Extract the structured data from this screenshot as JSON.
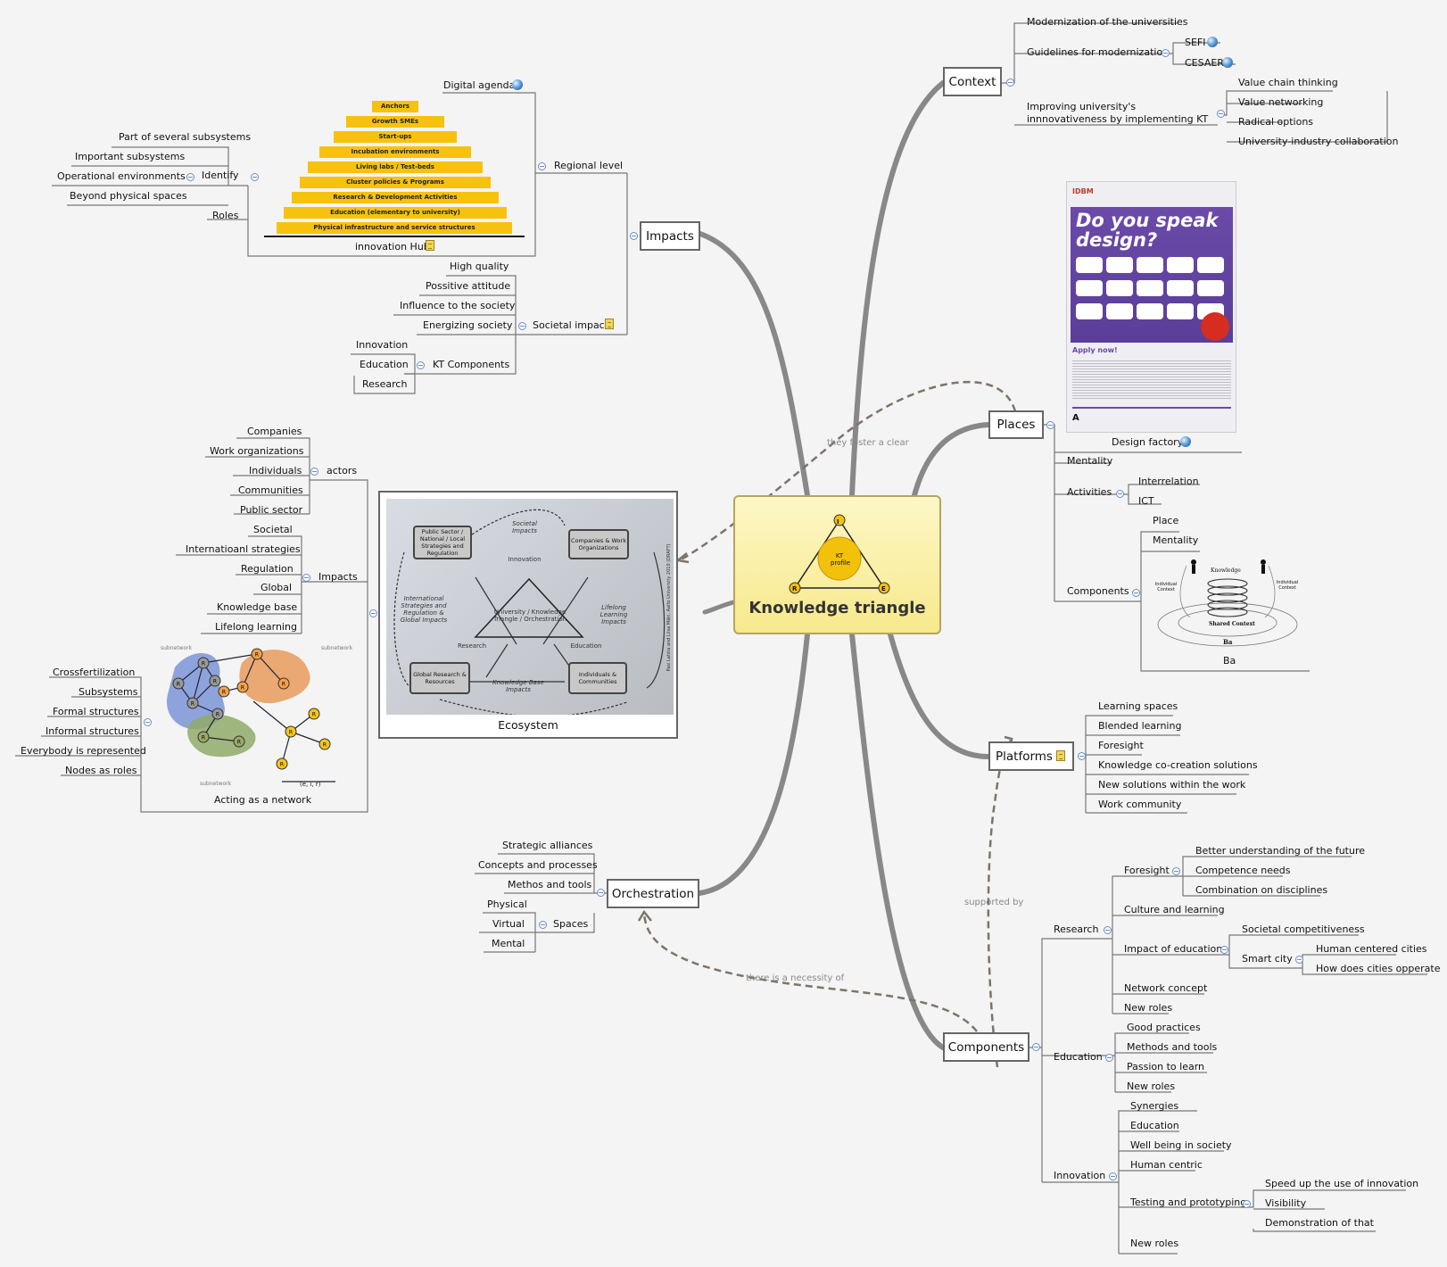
{
  "center": {
    "title": "Knowledge triangle",
    "badge": "KT profile",
    "v_top": "I",
    "v_left": "R",
    "v_right": "E"
  },
  "branches": {
    "context": "Context",
    "impacts": "Impacts",
    "places": "Places",
    "platforms": "Platforms",
    "orchestration": "Orchestration",
    "components": "Components"
  },
  "context": {
    "modernization": "Modernization of the universities",
    "guidelines": "Guidelines for modernization",
    "sefi": "SEFI",
    "cesaer": "CESAER",
    "improving": "Improving university's innnovativeness by implementing KT",
    "value_chain": "Value chain thinking",
    "value_networking": "Value networking",
    "radical": "Radical options",
    "uni_industry": "University-industry collaboration"
  },
  "impacts": {
    "digital_agenda": "Digital agenda",
    "regional_level": "Regional level",
    "innovation_hub": "innovation Hub",
    "identify": "Identify",
    "part_of_several": "Part of several subsystems",
    "important_subsystems": "Important subsystems",
    "operational": "Operational environments",
    "beyond_physical": "Beyond physical spaces",
    "roles": "Roles",
    "societal_impact": "Societal impact",
    "high_quality": "High quality",
    "positive": "Possitive attitude",
    "influence": "Influence to the society",
    "energizing": "Energizing society",
    "kt_components": "KT Components",
    "innovation": "Innovation",
    "education": "Education",
    "research": "Research"
  },
  "pyramid": [
    "Anchors",
    "Growth SMEs",
    "Start-ups",
    "Incubation environments",
    "Living labs / Test-beds",
    "Cluster policies & Programs",
    "Research & Development  Activities",
    "Education (elementary to university)",
    "Physical infrastructure and service structures"
  ],
  "ecosystem": {
    "caption": "Ecosystem",
    "actors": "actors",
    "companies": "Companies",
    "work_orgs": "Work organizations",
    "individuals": "Individuals",
    "communities": "Communities",
    "public_sector": "Public sector",
    "impacts": "Impacts",
    "societal": "Societal",
    "international": "Internatioanl strategies",
    "regulation": "Regulation",
    "global": "Global",
    "knowledge_base": "Knowledge base",
    "lifelong": "Lifelong learning",
    "acting": "Acting as a network",
    "crossfert": "Crossfertilization",
    "subsystems": "Subsystems",
    "formal": "Formal structures",
    "informal": "Informal structures",
    "everybody": "Everybody is represented",
    "nodes_roles": "Nodes as roles",
    "net_sub": "subnetwork",
    "net_node": "R",
    "net_axis": "(e, i, r)",
    "d_public": "Public Sector / National / Local Strategies and Regulation",
    "d_companies": "Companies & Work Organizations",
    "d_global_research": "Global Research & Resources",
    "d_individuals": "Individuals & Communities",
    "d_triangle": "University / Knowledge Triangle / Orchestration",
    "d_societal": "Societal Impacts",
    "d_international": "International Strategies and Regulation & Global Impacts",
    "d_lifelong": "Lifelong Learning Impacts",
    "d_kb": "Knowledge Base Impacts",
    "d_innovation": "Innovation",
    "d_research": "Research",
    "d_education": "Education",
    "d_side": "Pasi Lahtia and Liisa Mäki, Aalto University 2010 (DRAFT)"
  },
  "orchestration": {
    "alliances": "Strategic alliances",
    "concepts": "Concepts and processes",
    "methos": "Methos and tools",
    "spaces": "Spaces",
    "physical": "Physical",
    "virtual": "Virtual",
    "mental": "Mental"
  },
  "places": {
    "design_factory": "Design factory",
    "mentality": "Mentality",
    "activities": "Activities",
    "interrelation": "Interrelation",
    "ict": "ICT",
    "components": "Components",
    "place": "Place",
    "mentality2": "Mentality",
    "ba": "Ba",
    "poster_logo": "IDBM",
    "poster_title": "Do you speak design?",
    "poster_apply": "Apply now!",
    "ba_knowledge": "Knowledge",
    "ba_ind_left": "Individual Context",
    "ba_ind_right": "Individual Context",
    "ba_shared": "Shared Context",
    "ba_caption": "Ba"
  },
  "platforms": {
    "learning_spaces": "Learning spaces",
    "blended": "Blended learning",
    "foresight": "Foresight",
    "knowledge_cocreation": "Knowledge co-creation solutions",
    "new_solutions": "New solutions within the work",
    "work_community": "Work community"
  },
  "components": {
    "research": "Research",
    "foresight": "Foresight",
    "better_understanding": "Better understanding of the future",
    "competence": "Competence needs",
    "combination": "Combination on disciplines",
    "culture": "Culture and learning",
    "impact_education": "Impact of education",
    "societal_comp": "Societal competitiveness",
    "smart_city": "Smart city",
    "human_centered": "Human centered cities",
    "how_does": "How does cities opperate",
    "network_concept": "Network concept",
    "new_roles_r": "New roles",
    "education": "Education",
    "good_practices": "Good practices",
    "methods_tools": "Methods and tools",
    "passion": "Passion to learn",
    "new_roles_e": "New roles",
    "innovation": "Innovation",
    "synergies": "Synergies",
    "education_i": "Education",
    "well_being": "Well being in society",
    "human_centric": "Human centric",
    "testing": "Testing and prototyping",
    "speed_up": "Speed up the use of innovation",
    "visibility": "Visibility",
    "demonstration": "Demonstration of that",
    "new_roles_i": "New roles"
  },
  "relations": {
    "foster": "they foster a clear",
    "supported": "supported by",
    "necessity": "there is a necessity of"
  }
}
